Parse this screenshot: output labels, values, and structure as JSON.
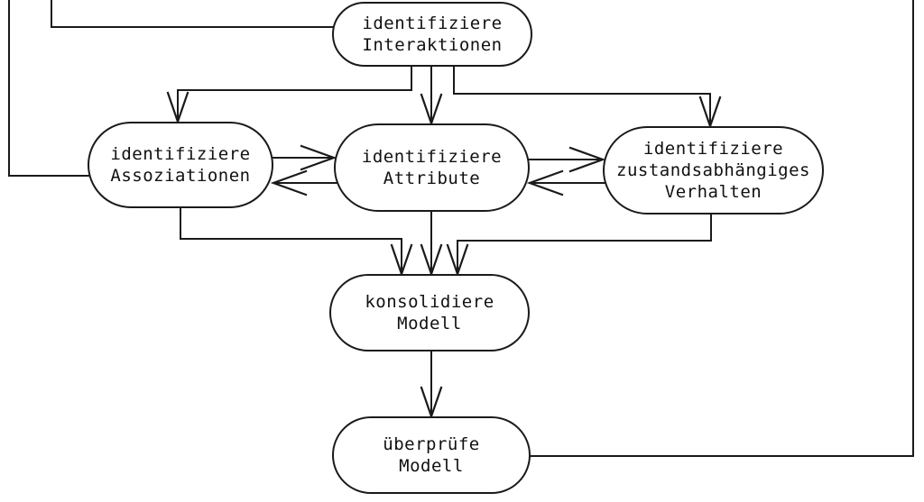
{
  "colors": {
    "background": "#ffffff",
    "line": "#1a1a1a",
    "node_fill": "#ffffff",
    "text": "#111111"
  },
  "nodes": [
    {
      "id": "identifiziere-interaktionen",
      "label": "identifiziere\nInteraktionen"
    },
    {
      "id": "identifiziere-assoziationen",
      "label": "identifiziere\nAssoziationen"
    },
    {
      "id": "identifiziere-attribute",
      "label": "identifiziere\nAttribute"
    },
    {
      "id": "identifiziere-zustandsabhaengiges-verhalten",
      "label": "identifiziere\nzustandsabhängiges\nVerhalten"
    },
    {
      "id": "konsolidiere-modell",
      "label": "konsolidiere\nModell"
    },
    {
      "id": "ueberpruefe-modell",
      "label": "überprüfe\nModell"
    }
  ],
  "edges": [
    {
      "from": "identifiziere-interaktionen",
      "to": "identifiziere-assoziationen",
      "arrow": "down"
    },
    {
      "from": "identifiziere-interaktionen",
      "to": "identifiziere-attribute",
      "arrow": "down"
    },
    {
      "from": "identifiziere-interaktionen",
      "to": "identifiziere-zustandsabhaengiges-verhalten",
      "arrow": "down"
    },
    {
      "from": "identifiziere-assoziationen",
      "to": "identifiziere-attribute",
      "arrow": "right"
    },
    {
      "from": "identifiziere-attribute",
      "to": "identifiziere-assoziationen",
      "arrow": "left"
    },
    {
      "from": "identifiziere-attribute",
      "to": "identifiziere-zustandsabhaengiges-verhalten",
      "arrow": "right"
    },
    {
      "from": "identifiziere-zustandsabhaengiges-verhalten",
      "to": "identifiziere-attribute",
      "arrow": "left"
    },
    {
      "from": "identifiziere-assoziationen",
      "to": "konsolidiere-modell",
      "arrow": "down"
    },
    {
      "from": "identifiziere-attribute",
      "to": "konsolidiere-modell",
      "arrow": "down"
    },
    {
      "from": "identifiziere-zustandsabhaengiges-verhalten",
      "to": "konsolidiere-modell",
      "arrow": "down"
    },
    {
      "from": "konsolidiere-modell",
      "to": "ueberpruefe-modell",
      "arrow": "down"
    },
    {
      "from": "ueberpruefe-modell",
      "to": "top-edge-right",
      "arrow": "none",
      "note": "line exits right then runs up off the top of the image"
    },
    {
      "from": "top-edge-left-outer",
      "to": "identifiziere-assoziationen",
      "arrow": "none",
      "note": "line enters from top edge, down left margin into node left side"
    },
    {
      "from": "top-edge-left-inner",
      "to": "identifiziere-interaktionen",
      "arrow": "none",
      "note": "line enters from top edge into node left side"
    }
  ]
}
